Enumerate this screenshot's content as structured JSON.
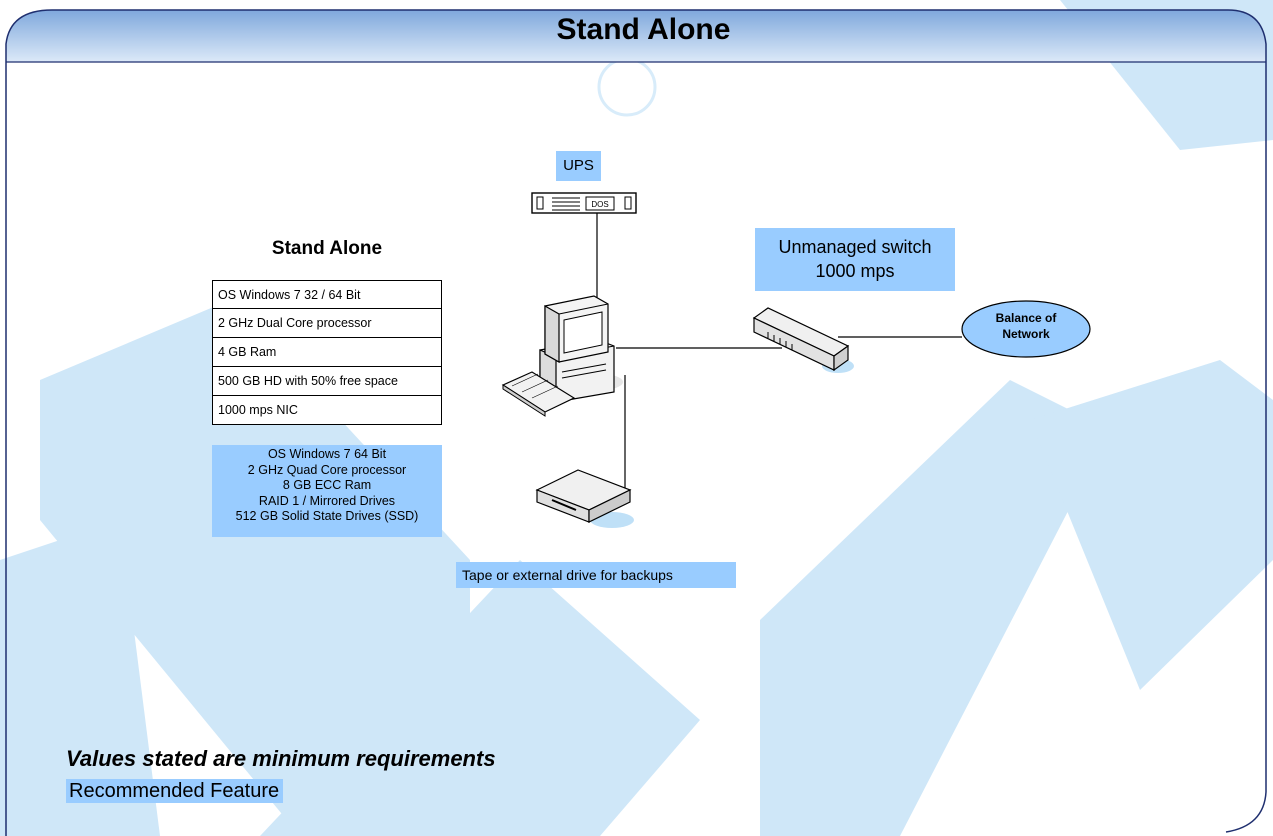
{
  "title": "Stand Alone",
  "spec_card": {
    "title": "Stand Alone",
    "minimum_rows": [
      "OS Windows 7 32 / 64 Bit",
      "2 GHz Dual Core processor",
      "4 GB Ram",
      "500 GB HD with 50% free space",
      "1000 mps NIC"
    ],
    "recommended_lines": [
      "OS Windows 7 64 Bit",
      "2 GHz Quad Core processor",
      "8 GB ECC Ram",
      "RAID 1 / Mirrored Drives",
      "512 GB Solid State Drives (SSD)"
    ]
  },
  "devices": {
    "ups_label": "UPS",
    "ups_panel_text": "DOS",
    "switch_label_line1": "Unmanaged switch",
    "switch_label_line2": "1000 mps",
    "network_label_line1": "Balance of",
    "network_label_line2": "Network",
    "backup_label": "Tape or external drive for backups"
  },
  "footer": {
    "note": "Values stated are minimum requirements",
    "legend_label": "Recommended Feature"
  },
  "colors": {
    "recommended_fill": "#99ccff",
    "header_top": "#7fa8dc",
    "header_bottom": "#dce9f8",
    "frame_border": "#1f2f6f",
    "watermark": "#c6e2f7"
  }
}
